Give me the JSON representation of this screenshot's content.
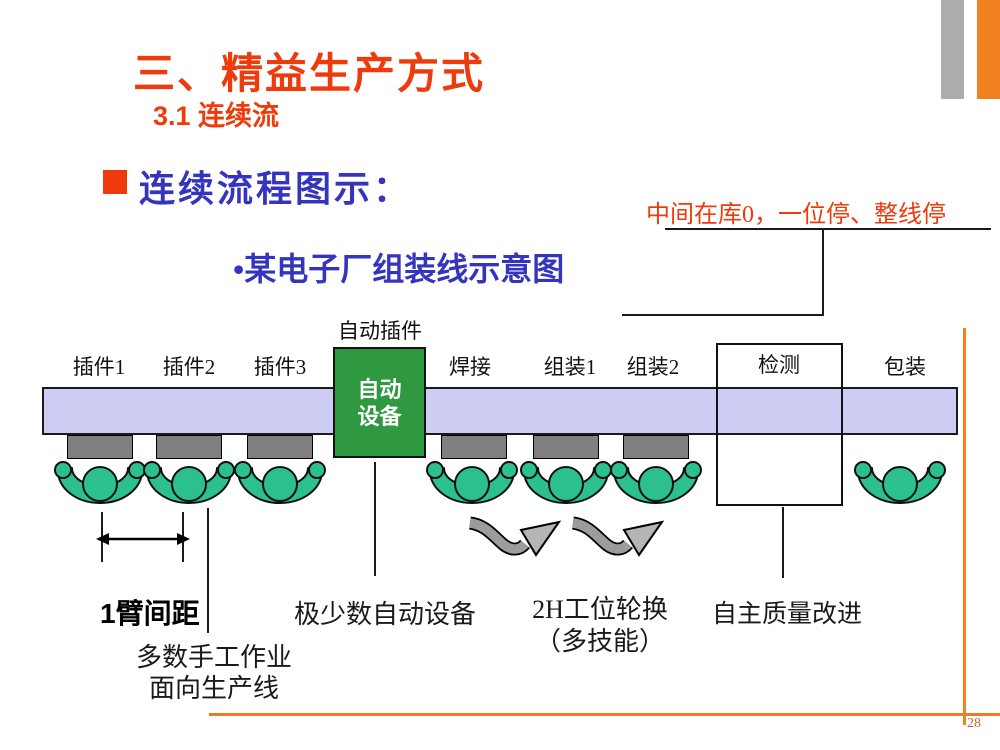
{
  "slide": {
    "title": "三、精益生产方式",
    "subtitle": "3.1 连续流",
    "section_header": "连续流程图示：",
    "caption": "•某电子厂组装线示意图",
    "note": "中间在库0，一位停、整线停",
    "page_number": "28"
  },
  "diagram": {
    "stations": [
      "插件1",
      "插件2",
      "插件3",
      "自动插件",
      "焊接",
      "组装1",
      "组装2",
      "检测",
      "包装"
    ],
    "machine": {
      "line1": "自动",
      "line2": "设备"
    },
    "labels": {
      "arm_distance": "1臂间距",
      "few_automation": "极少数自动设备",
      "rotation_line1": "2H工位轮换",
      "rotation_line2": "（多技能）",
      "self_quality": "自主质量改进",
      "manual_line1": "多数手工作业",
      "manual_line2": "面向生产线"
    },
    "icons": {
      "worker": "worker-icon",
      "rotation_arrow": "rotation-arrow-icon",
      "spacing_arrow": "double-arrow-icon"
    }
  },
  "colors": {
    "title_red": "#EE3B0C",
    "heading_blue": "#3434BE",
    "accent_orange": "#F1801F",
    "bar_gray": "#ACACAC",
    "belt_lavender": "#CDCDF4",
    "machine_green": "#2E9940",
    "worker_green": "#2CC08E",
    "desk_gray": "#7F7F7F",
    "page_number_orange": "#DD5F33"
  }
}
